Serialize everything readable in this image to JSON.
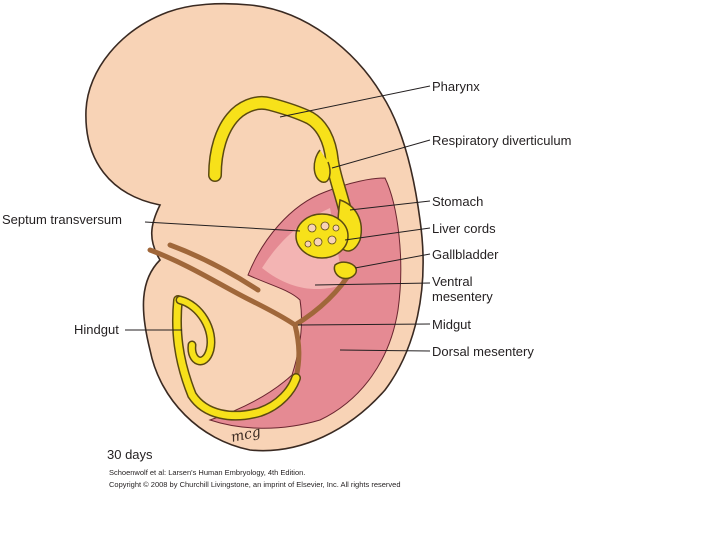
{
  "labels": {
    "pharynx": "Pharynx",
    "respiratory_diverticulum": "Respiratory diverticulum",
    "stomach": "Stomach",
    "septum_transversum": "Septum transversum",
    "liver_cords": "Liver cords",
    "gallbladder": "Gallbladder",
    "ventral_mesentery_line1": "Ventral",
    "ventral_mesentery_line2": "mesentery",
    "hindgut": "Hindgut",
    "midgut": "Midgut",
    "dorsal_mesentery": "Dorsal mesentery"
  },
  "stage": "30 days",
  "signature": "mcg",
  "caption": {
    "line1": "Schoenwolf et al: Larsen's Human Embryology, 4th Edition.",
    "line2": "Copyright © 2008 by Churchill Livingstone, an imprint of Elsevier, Inc. All rights reserved"
  },
  "colors": {
    "embryo_body": "#f8d3b6",
    "embryo_outline": "#3a2a22",
    "cavity": "#e58a93",
    "cavity_light": "#f3b4b3",
    "gut": "#f7e11a",
    "gut_outline": "#5b4a12",
    "mesentery": "#a0673a"
  }
}
